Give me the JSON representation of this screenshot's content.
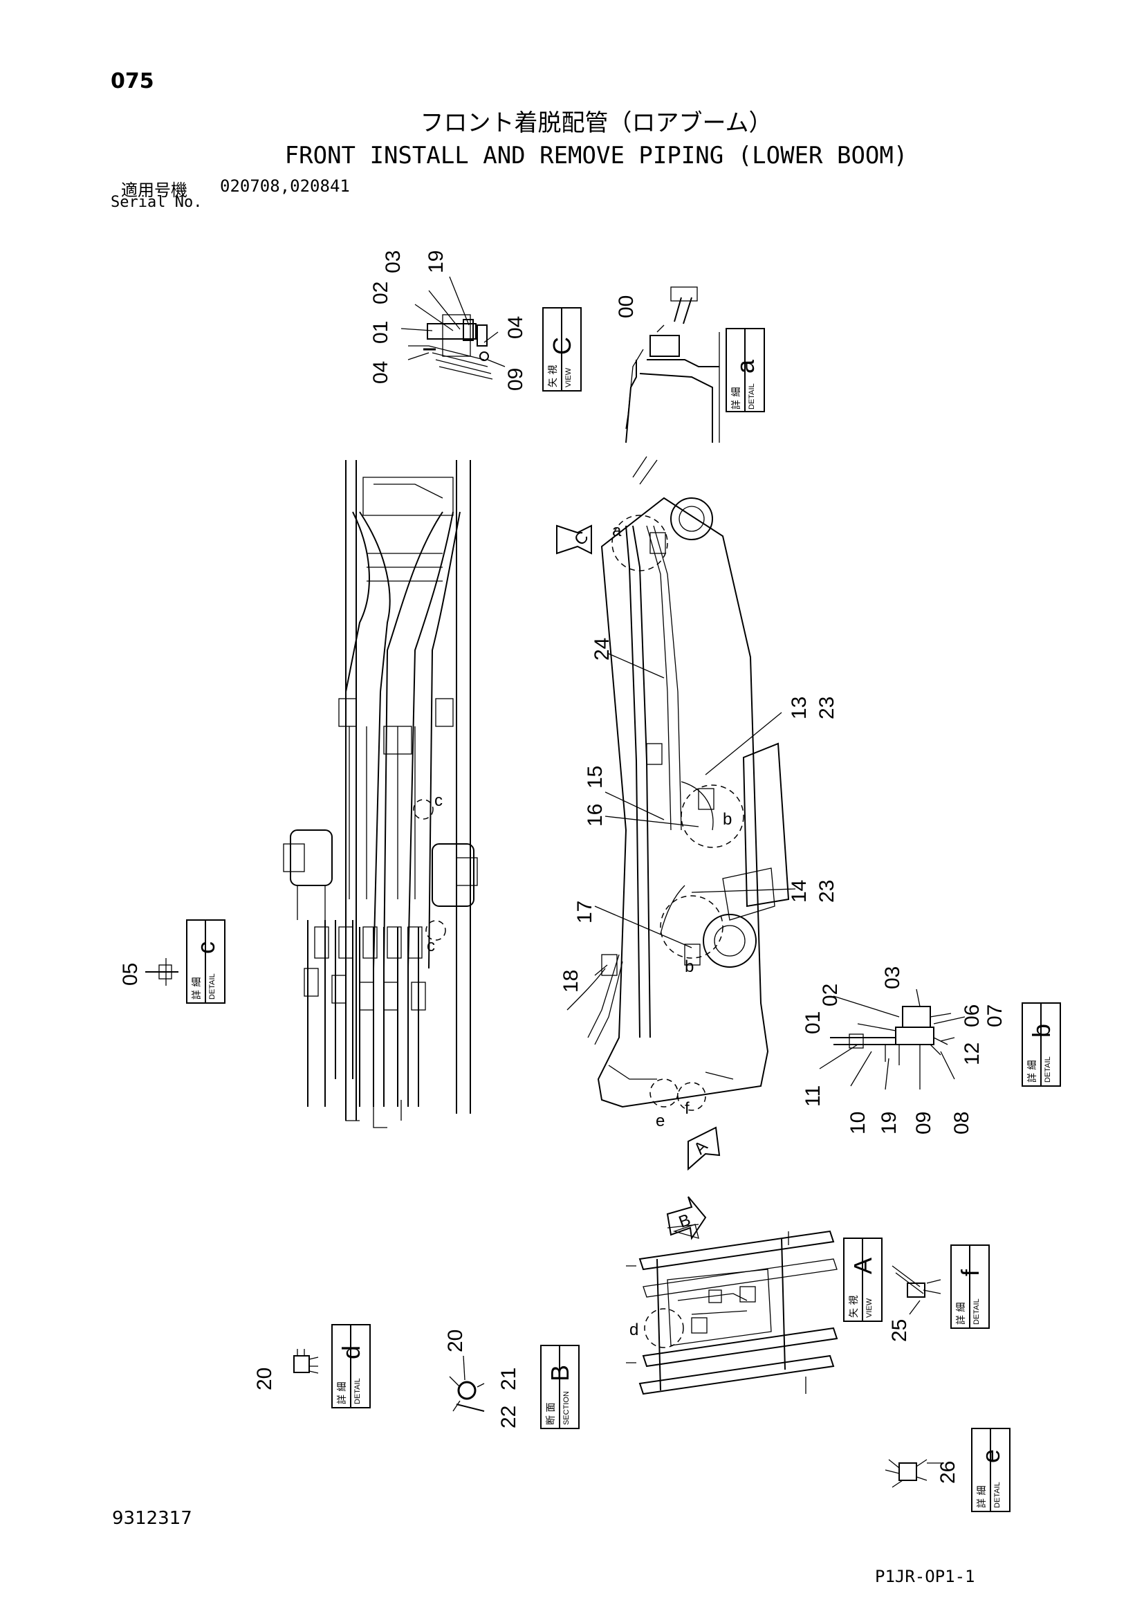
{
  "page_number": "075",
  "title_jp": "フロント着脱配管（ロアブーム）",
  "title_en": "FRONT INSTALL AND REMOVE PIPING (LOWER BOOM)",
  "serial_label_jp": "適用号機",
  "serial_values": "020708,020841",
  "serial_label_en": "Serial No.",
  "document_number": "9312317",
  "sheet_code": "P1JR-OP1-1",
  "box_terms": {
    "view_jp": "矢 視",
    "view_en": "VIEW",
    "detail_jp": "詳 細",
    "detail_en": "DETAIL",
    "section_jp": "断 面",
    "section_en": "SECTION"
  },
  "view_c": {
    "letter": "C",
    "parts": [
      "03",
      "19",
      "02",
      "01",
      "04",
      "04",
      "09"
    ]
  },
  "detail_a": {
    "letter": "a",
    "parts": [
      "00"
    ]
  },
  "main_view": {
    "parts": [
      "24",
      "13",
      "23",
      "15",
      "16",
      "14",
      "23",
      "17",
      "18"
    ],
    "ref_marks": [
      "a",
      "b",
      "b",
      "c",
      "c",
      "e",
      "f"
    ],
    "arrows": [
      "C",
      "A"
    ]
  },
  "detail_c": {
    "letter": "c",
    "parts": [
      "05"
    ]
  },
  "detail_b": {
    "letter": "b",
    "parts": [
      "02",
      "03",
      "01",
      "06",
      "07",
      "12",
      "11",
      "10",
      "19",
      "09",
      "08"
    ]
  },
  "view_a": {
    "letter": "A",
    "ref_marks": [
      "d"
    ],
    "arrows": [
      "B"
    ]
  },
  "detail_f": {
    "letter": "f",
    "parts": [
      "25"
    ]
  },
  "detail_d": {
    "letter": "d",
    "parts": [
      "20"
    ]
  },
  "section_b": {
    "letter": "B",
    "parts": [
      "20",
      "21",
      "22"
    ]
  },
  "detail_e": {
    "letter": "e",
    "parts": [
      "26"
    ]
  }
}
